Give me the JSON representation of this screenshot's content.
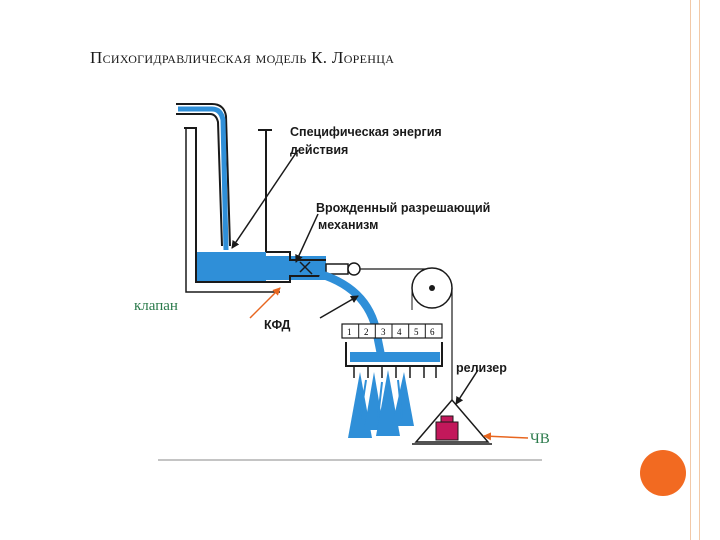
{
  "slide": {
    "title": "Психогидравлическая модель К. Лоренца"
  },
  "diagram": {
    "labels": {
      "energy_line1": "Специфическая энергия",
      "energy_line2": "действия",
      "mechanism_line1": "Врожденный разрешающий",
      "mechanism_line2": "механизм",
      "valve": "клапан",
      "kfd": "КФД",
      "releaser": "релизер",
      "chv": "ЧВ"
    },
    "scale_numbers": [
      "1",
      "2",
      "3",
      "4",
      "5",
      "6"
    ],
    "colors": {
      "water": "#2f8fd8",
      "outline": "#1a1a1a",
      "weight": "#c2185b",
      "side_label": "#2b7a4b",
      "accent_arrow": "#e8661f",
      "orange_circle": "#f26a21",
      "border": "#f2c9a8"
    }
  }
}
